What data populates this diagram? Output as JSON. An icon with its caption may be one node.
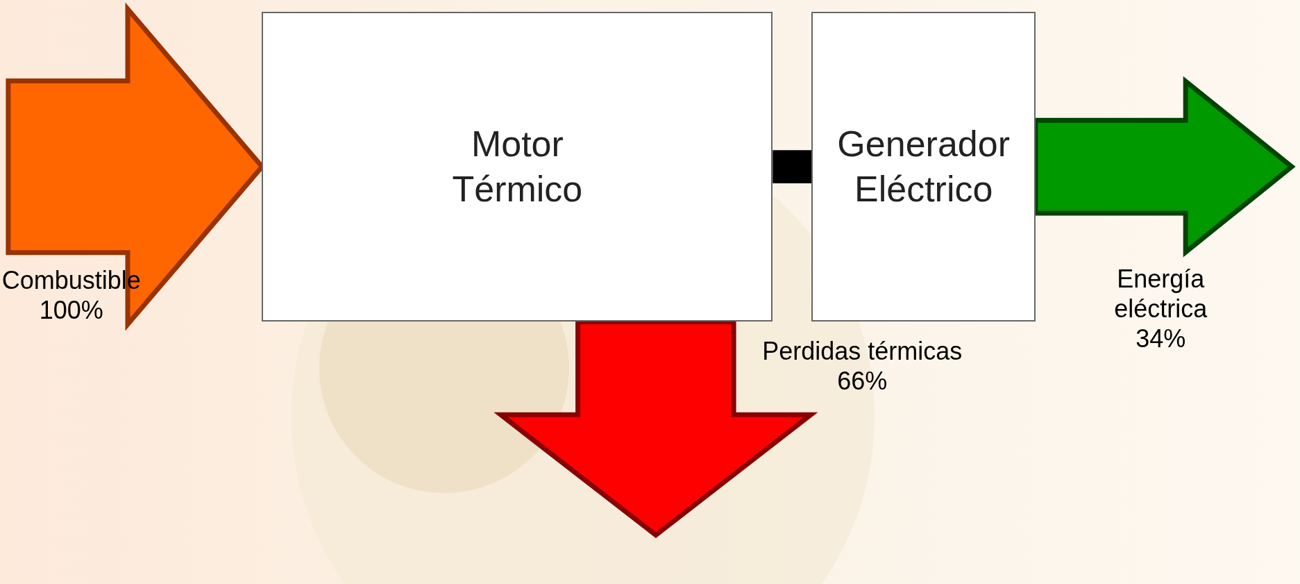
{
  "diagram": {
    "nodes": [
      {
        "text": [
          "Motor Térmico"
        ]
      },
      {
        "text": [
          "Generador Eléctrico"
        ]
      }
    ],
    "edges": [
      {
        "from": null,
        "to": 0,
        "arrow": "to",
        "label": "Combustible 100%",
        "style": "thick",
        "color": "#ff6600"
      },
      {
        "from": 0,
        "to": 1,
        "arrow": "none",
        "style": "thick",
        "color": "#000000"
      },
      {
        "from": 0,
        "to": null,
        "arrow": "to",
        "label": "Perdidas térmicas 66%",
        "style": "thick",
        "color": "#ff0000"
      },
      {
        "from": 1,
        "to": null,
        "arrow": "to",
        "label": "Energía eléctrica 34%",
        "style": "thick",
        "color": "#009900"
      }
    ]
  }
}
